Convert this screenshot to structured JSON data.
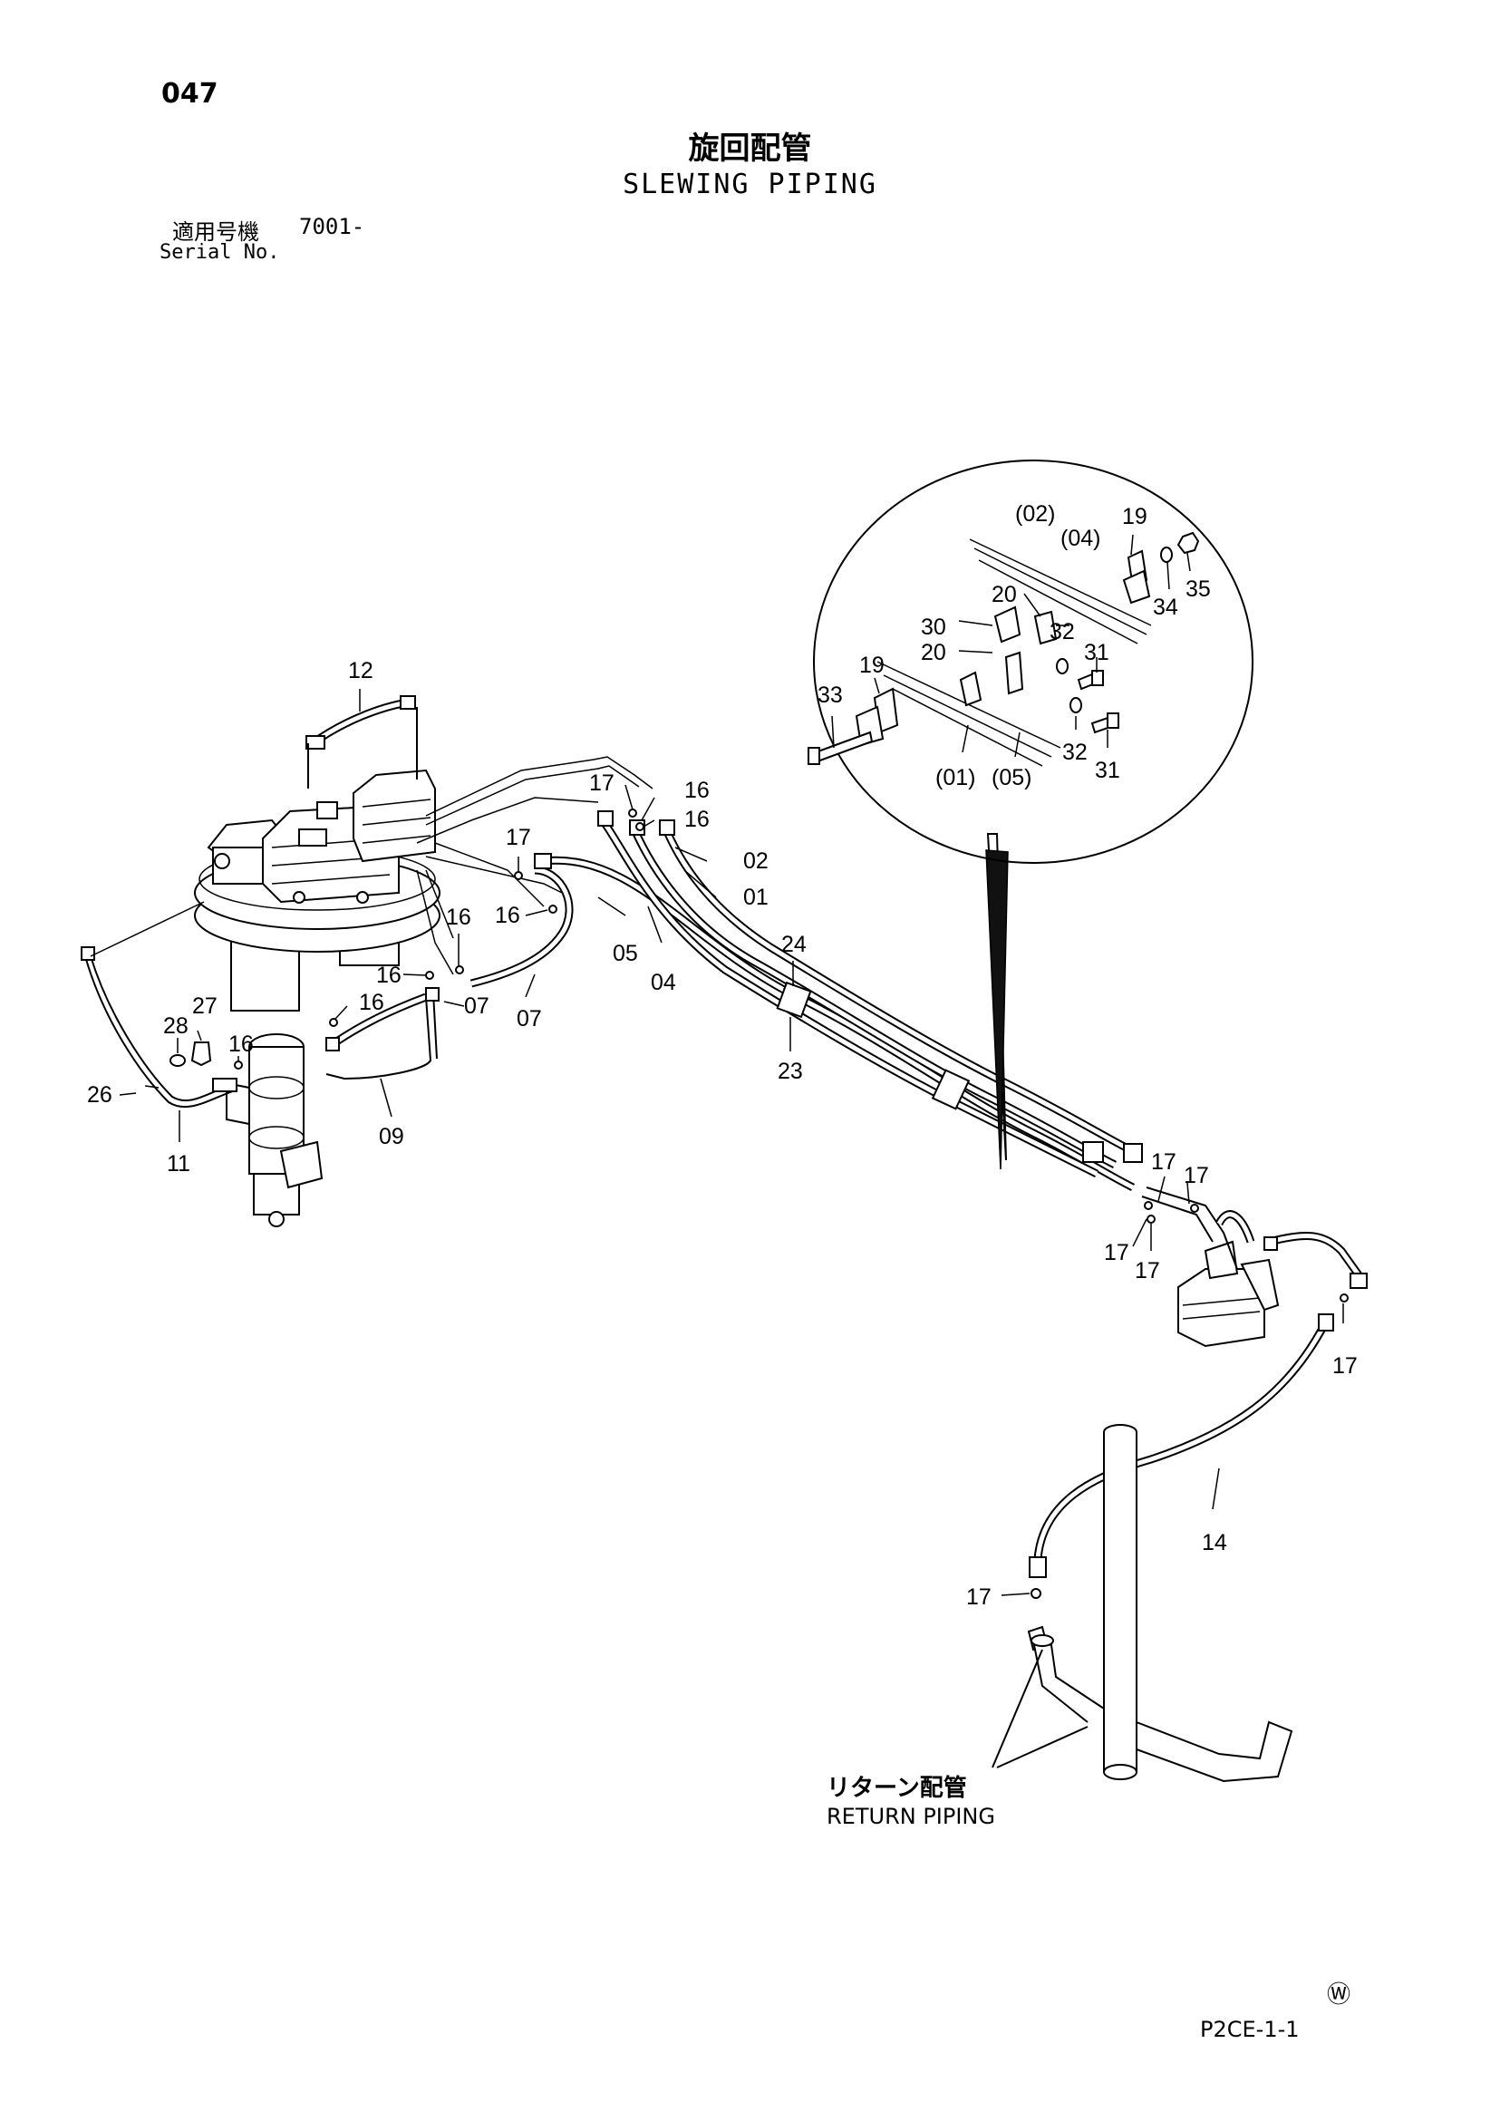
{
  "page": {
    "number": "047",
    "title_jp": "旋回配管",
    "title_en": "SLEWING PIPING",
    "serial_label_jp": "適用号機",
    "serial_value": "7001-",
    "serial_label_en": "Serial No.",
    "code": "P2CE-1-1",
    "mark": "Ⓦ"
  },
  "return_label": {
    "jp": "リターン配管",
    "en": "RETURN PIPING"
  },
  "callouts": [
    {
      "id": "c12",
      "label": "12"
    },
    {
      "id": "c17a",
      "label": "17"
    },
    {
      "id": "c16a",
      "label": "16"
    },
    {
      "id": "c16b",
      "label": "16"
    },
    {
      "id": "c17b",
      "label": "17"
    },
    {
      "id": "c02",
      "label": "02"
    },
    {
      "id": "c01",
      "label": "01"
    },
    {
      "id": "c16c",
      "label": "16"
    },
    {
      "id": "c16d",
      "label": "16"
    },
    {
      "id": "c05",
      "label": "05"
    },
    {
      "id": "c04",
      "label": "04"
    },
    {
      "id": "c16e",
      "label": "16"
    },
    {
      "id": "c07a",
      "label": "07"
    },
    {
      "id": "c07b",
      "label": "07"
    },
    {
      "id": "c16f",
      "label": "16"
    },
    {
      "id": "c28",
      "label": "28"
    },
    {
      "id": "c27",
      "label": "27"
    },
    {
      "id": "c16g",
      "label": "16"
    },
    {
      "id": "c26",
      "label": "26"
    },
    {
      "id": "c11",
      "label": "11"
    },
    {
      "id": "c09",
      "label": "09"
    },
    {
      "id": "c24",
      "label": "24"
    },
    {
      "id": "c23",
      "label": "23"
    },
    {
      "id": "c17c",
      "label": "17"
    },
    {
      "id": "c17d",
      "label": "17"
    },
    {
      "id": "c17e",
      "label": "17"
    },
    {
      "id": "c17f",
      "label": "17"
    },
    {
      "id": "c17g",
      "label": "17"
    },
    {
      "id": "c14",
      "label": "14"
    },
    {
      "id": "c17h",
      "label": "17"
    },
    {
      "id": "d02",
      "label": "(02)"
    },
    {
      "id": "d04",
      "label": "(04)"
    },
    {
      "id": "d19a",
      "label": "19"
    },
    {
      "id": "d35",
      "label": "35"
    },
    {
      "id": "d34",
      "label": "34"
    },
    {
      "id": "d20a",
      "label": "20"
    },
    {
      "id": "d32a",
      "label": "32"
    },
    {
      "id": "d30",
      "label": "30"
    },
    {
      "id": "d31a",
      "label": "31"
    },
    {
      "id": "d20b",
      "label": "20"
    },
    {
      "id": "d19b",
      "label": "19"
    },
    {
      "id": "d33",
      "label": "33"
    },
    {
      "id": "d32b",
      "label": "32"
    },
    {
      "id": "d31b",
      "label": "31"
    },
    {
      "id": "d01",
      "label": "(01)"
    },
    {
      "id": "d05",
      "label": "(05)"
    }
  ]
}
